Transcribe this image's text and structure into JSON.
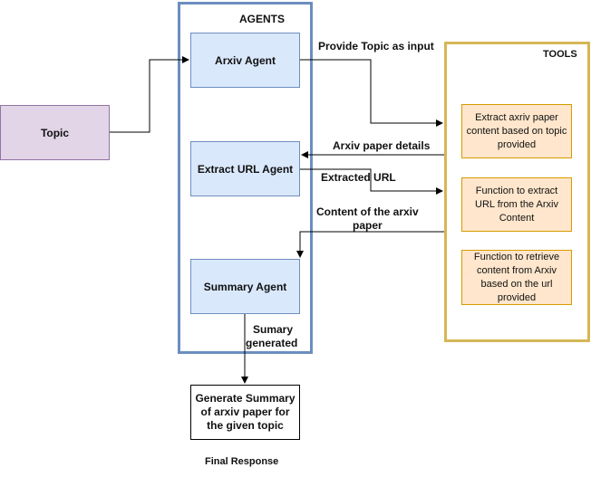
{
  "agents_group": {
    "title": "AGENTS"
  },
  "tools_group": {
    "title": "TOOLS"
  },
  "topic": {
    "label": "Topic"
  },
  "agents": [
    {
      "label": "Arxiv Agent"
    },
    {
      "label": "Extract URL Agent"
    },
    {
      "label": "Summary Agent"
    }
  ],
  "tools": [
    {
      "label": "Extract axriv paper content based on topic provided"
    },
    {
      "label": "Function to extract URL from the Arxiv Content"
    },
    {
      "label": "Function to retrieve content from Arxiv based on the url provided"
    }
  ],
  "edges": {
    "provide_topic": "Provide Topic as input",
    "paper_details": "Arxiv paper details",
    "extracted_url": "Extracted URL",
    "content_line1": "Content of the arxiv",
    "content_line2": "paper",
    "summary_line1": "Sumary",
    "summary_line2": "generated"
  },
  "output": {
    "box_label": "Generate Summary of arxiv paper  for the given topic",
    "caption": "Final Response"
  },
  "colors": {
    "agents_border": "#6c8ebf",
    "agent_fill": "#dae8fc",
    "tools_border": "#d6b656",
    "tool_fill": "#ffe6cc",
    "topic_fill": "#e1d5e7"
  }
}
